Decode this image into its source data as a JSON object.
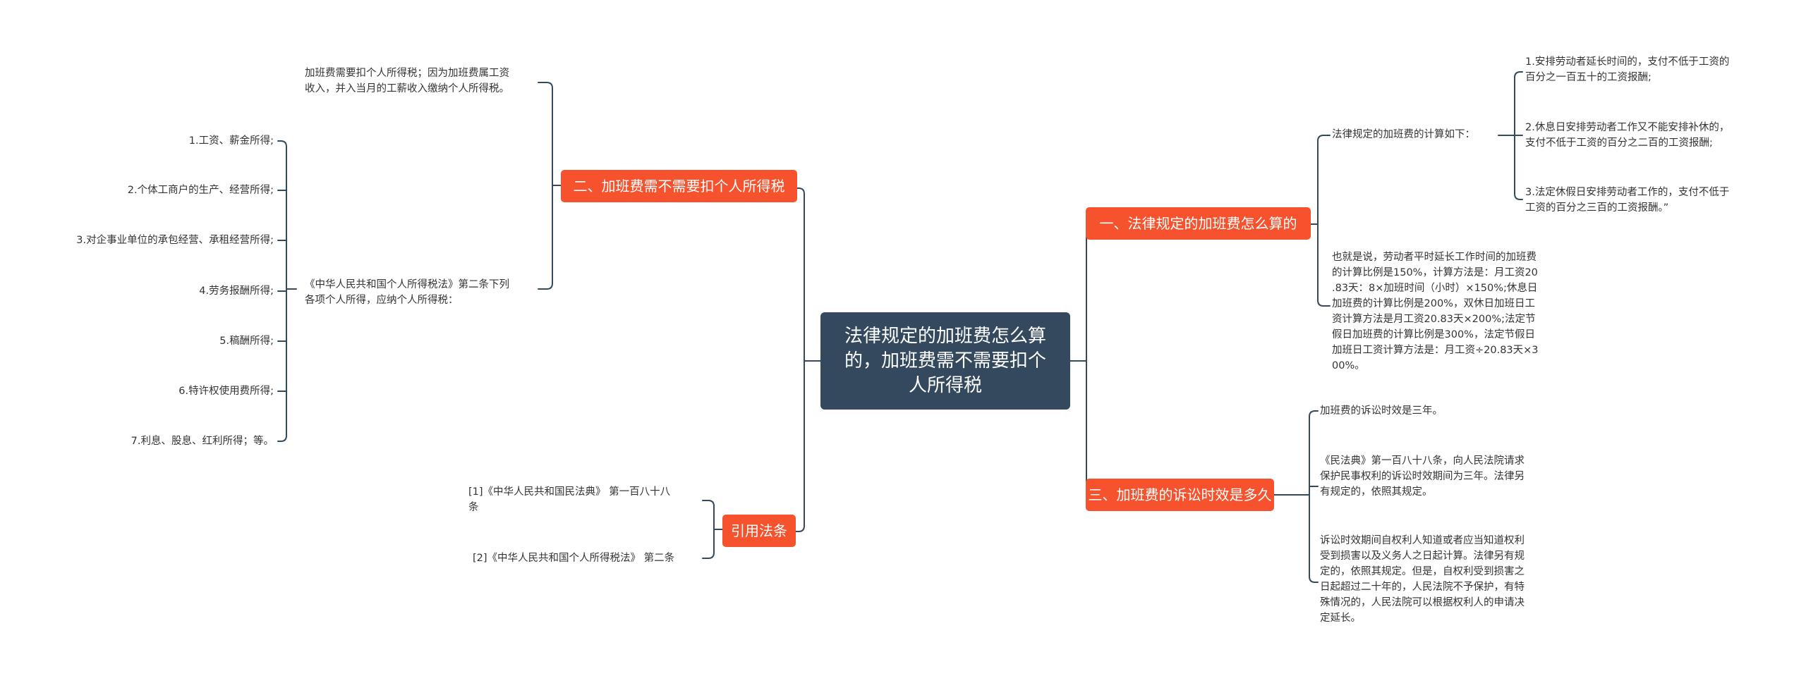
{
  "center": {
    "lines": [
      "法律规定的加班费怎么算",
      "的，加班费需不需要扣个",
      "人所得税"
    ]
  },
  "branches": {
    "b1": {
      "label": "一、法律规定的加班费怎么算的"
    },
    "b2": {
      "label": "二、加班费需不需要扣个人所得税"
    },
    "b3": {
      "label": "三、加班费的诉讼时效是多久"
    },
    "b4": {
      "label": "引用法条"
    }
  },
  "b1": {
    "intro": "法律规定的加班费的计算如下：",
    "items": [
      [
        "1.安排劳动者延长时间的，支付不低于工资的",
        "百分之一百五十的工资报酬;"
      ],
      [
        "2.休息日安排劳动者工作又不能安排补休的，",
        "支付不低于工资的百分之二百的工资报酬;"
      ],
      [
        "3.法定休假日安排劳动者工作的，支付不低于",
        "工资的百分之三百的工资报酬。”"
      ]
    ],
    "explain": [
      "也就是说，劳动者平时延长工作时间的加班费",
      "的计算比例是150%，计算方法是：月工资20",
      ".83天：8×加班时间（小时）×150%;休息日",
      "加班费的计算比例是200%，双休日加班日工",
      "资计算方法是月工资20.83天×200%;法定节",
      "假日加班费的计算比例是300%，法定节假日",
      "加班日工资计算方法是：月工资÷20.83天×3",
      "00%。"
    ]
  },
  "b2": {
    "note": [
      "加班费需要扣个人所得税；因为加班费属工资",
      "收入，并入当月的工薪收入缴纳个人所得税。"
    ],
    "law": [
      "《中华人民共和国个人所得税法》第二条下列",
      "各项个人所得，应纳个人所得税："
    ],
    "items": [
      "1.工资、薪金所得;",
      "2.个体工商户的生产、经营所得;",
      "3.对企事业单位的承包经营、承租经营所得;",
      "4.劳务报酬所得;",
      "5.稿酬所得;",
      "6.特许权使用费所得;",
      "7.利息、股息、红利所得；等。"
    ]
  },
  "b3": {
    "items": [
      [
        "加班费的诉讼时效是三年。"
      ],
      [
        "《民法典》第一百八十八条，向人民法院请求",
        "保护民事权利的诉讼时效期间为三年。法律另",
        "有规定的，依照其规定。"
      ],
      [
        "诉讼时效期间自权利人知道或者应当知道权利",
        "受到损害以及义务人之日起计算。法律另有规",
        "定的，依照其规定。但是，自权利受到损害之",
        "日起超过二十年的，人民法院不予保护，有特",
        "殊情况的，人民法院可以根据权利人的申请决",
        "定延长。"
      ]
    ]
  },
  "b4": {
    "items": [
      [
        "[1]《中华人民共和国民法典》 第一百八十八",
        "条"
      ],
      [
        "[2]《中华人民共和国个人所得税法》 第二条"
      ]
    ]
  },
  "colors": {
    "central": "#34495e",
    "branch": "#f5522d",
    "line": "#34495e",
    "text": "#333333"
  }
}
